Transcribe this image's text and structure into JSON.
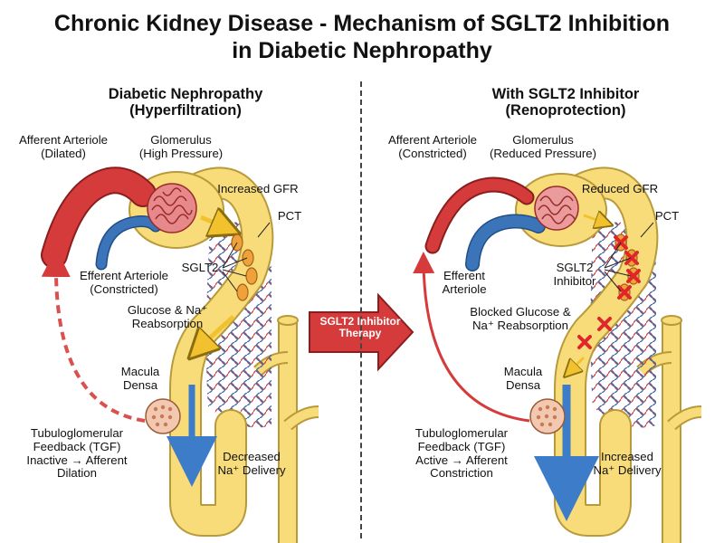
{
  "title": "Chronic Kidney Disease - Mechanism of SGLT2 Inhibition\nin Diabetic Nephropathy",
  "center_arrow": "SGLT2 Inhibitor\nTherapy",
  "left": {
    "heading": "Diabetic Nephropathy\n(Hyperfiltration)",
    "afferent": "Afferent Arteriole\n(Dilated)",
    "glomerulus": "Glomerulus\n(High Pressure)",
    "gfr": "Increased GFR",
    "pct": "PCT",
    "efferent": "Efferent Arteriole\n(Constricted)",
    "sglt2": "SGLT2",
    "reabsorption": "Glucose & Na⁺\nReabsorption",
    "macula": "Macula\nDensa",
    "tgf": "Tubuloglomerular\nFeedback (TGF)\nInactive → Afferent\nDilation",
    "delivery": "Decreased\nNa⁺ Delivery"
  },
  "right": {
    "heading": "With SGLT2 Inhibitor\n(Renoprotection)",
    "afferent": "Afferent Arteriole\n(Constricted)",
    "glomerulus": "Glomerulus\n(Reduced Pressure)",
    "gfr": "Reduced GFR",
    "pct": "PCT",
    "efferent": "Efferent\nArteriole",
    "sglt2": "SGLT2\nInhibitor",
    "reabsorption": "Blocked Glucose &\nNa⁺ Reabsorption",
    "macula": "Macula\nDensa",
    "tgf": "Tubuloglomerular\nFeedback (TGF)\nActive → Afferent\nConstriction",
    "delivery": "Increased\nNa⁺ Delivery"
  },
  "colors": {
    "tubule": "#f8dc7a",
    "tubule_outline": "#b89a3a",
    "artery": "#d63b3b",
    "vein": "#3b74b8",
    "sglt2": "#f0a23a",
    "block": "#e0262a",
    "flow_arrow": "#f2c12e",
    "down_arrow": "#3d7cc9"
  }
}
